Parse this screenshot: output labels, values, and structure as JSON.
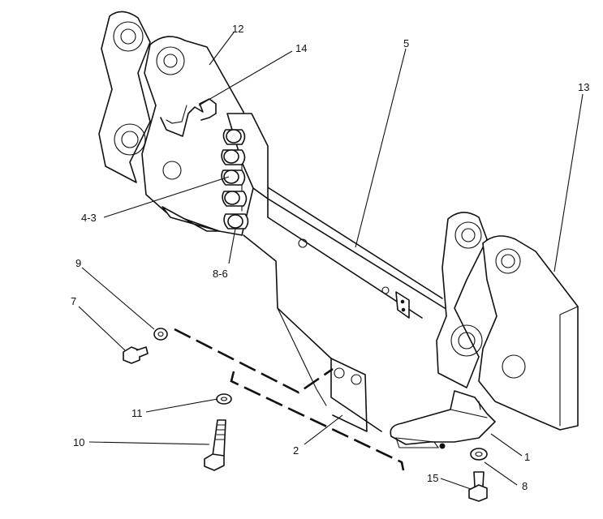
{
  "callouts": {
    "c1": "1",
    "c2": "2",
    "c43": "4-3",
    "c5": "5",
    "c7": "7",
    "c8": "8",
    "c86": "8-6",
    "c9": "9",
    "c10": "10",
    "c11": "11",
    "c12": "12",
    "c13": "13",
    "c14": "14",
    "c15": "15"
  },
  "colors": {
    "ink": "#111111",
    "paper": "#ffffff"
  }
}
